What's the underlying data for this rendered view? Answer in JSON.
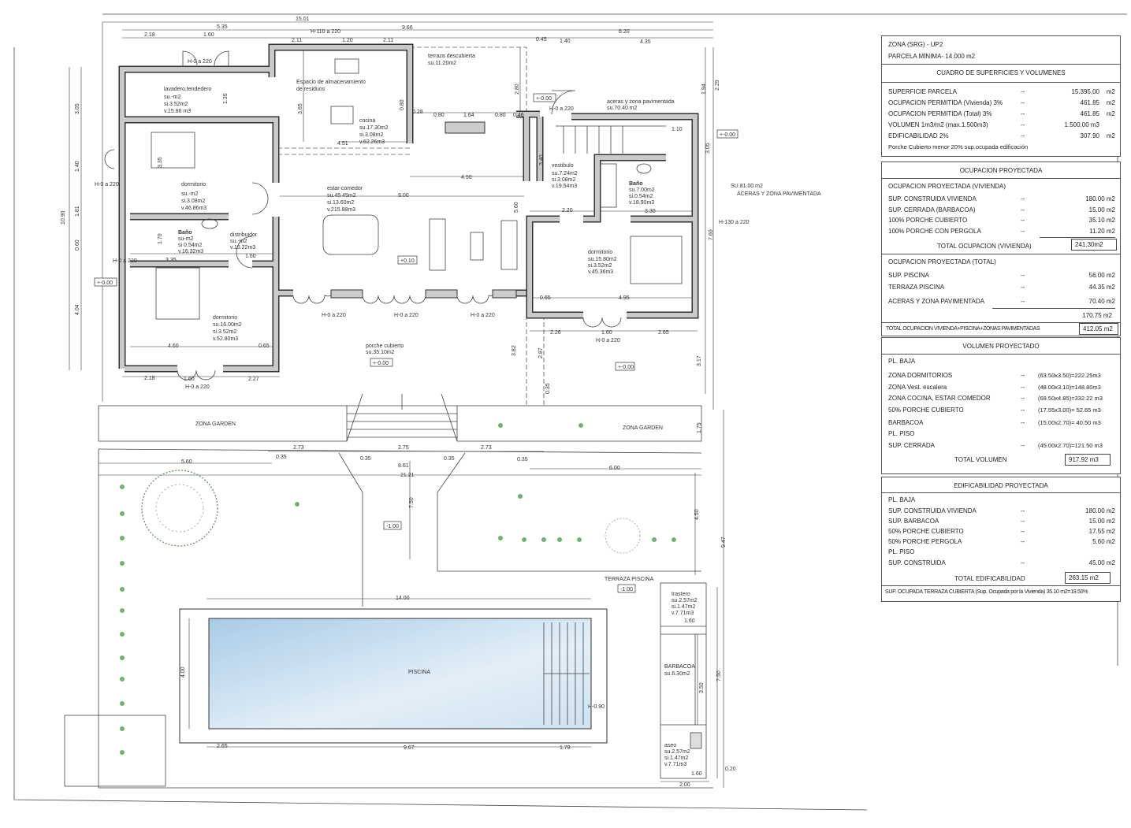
{
  "plan": {
    "rooms": [
      {
        "lines": [
          "lavadero,tendedero",
          "su.-m2",
          "si.3.52m2",
          "v.15.86 m3"
        ]
      },
      {
        "lines": [
          "Espacio de almacenamiento",
          "de residuos"
        ]
      },
      {
        "lines": [
          "cocina",
          "su.17.30m2",
          "si.3.08m2",
          "v.62.26m3"
        ]
      },
      {
        "lines": [
          "terraza descubierta",
          "su.11.20m2"
        ]
      },
      {
        "lines": [
          "dormitorio",
          "su.-m2",
          "si.3.08m2",
          "v.46.86m3"
        ]
      },
      {
        "lines": [
          "Baño",
          "su-m2",
          "si 0.54m2",
          "v.16.32m3"
        ]
      },
      {
        "lines": [
          "distribuidor",
          "su.-m2",
          "v.15.22m3"
        ]
      },
      {
        "lines": [
          "estar-comedor",
          "su.45.45m2",
          "si.13.60m2",
          "v.215.88m3"
        ]
      },
      {
        "lines": [
          "dormitorio",
          "su.16.00m2",
          "si.3.52m2",
          "v.52.80m3"
        ]
      },
      {
        "lines": [
          "porche cubierto",
          "su.35.10m2"
        ]
      },
      {
        "lines": [
          "aceras y zona pavimentada",
          "su.70.40 m2"
        ]
      },
      {
        "lines": [
          "vestibulo",
          "su.7.24m2",
          "si.3.08m2",
          "v.19.54m3"
        ]
      },
      {
        "lines": [
          "Baño",
          "su.7.00m2",
          "si.0.54m2",
          "v.18.90m3"
        ]
      },
      {
        "lines": [
          "dormitorio",
          "su.15.80m2",
          "si.3.52m2",
          "v.45.36m3"
        ]
      },
      {
        "lines": [
          "SU.81.00 m2",
          "ACERAS Y ZONA PAVIMENTADA"
        ]
      },
      {
        "lines": [
          "trastero",
          "su.2.57m2",
          "si.1.47m2",
          "v.7.71m3"
        ]
      },
      {
        "lines": [
          "BARBACOA",
          "su.6.30m2"
        ]
      },
      {
        "lines": [
          "aseo",
          "su.2.57m2",
          "si.1.47m2",
          "v.7.71m3"
        ]
      },
      {
        "lines": [
          "PISCINA"
        ]
      },
      {
        "lines": [
          "ZONA GARDEN"
        ]
      },
      {
        "lines": [
          "ZONA GARDEN"
        ]
      },
      {
        "lines": [
          "TERRAZA PISCINA"
        ]
      }
    ],
    "levels": [
      "+-0.00",
      "+-0.00",
      "+0.10",
      "+-0.00",
      "+-0.00",
      "+-0.00",
      "-1.00",
      "-1.00"
    ],
    "doors": [
      "H-0 a 220",
      "H-110 a 220",
      "H-0 a 220",
      "H-0 a 220",
      "H-0 a 220",
      "H-0 a 220",
      "H-0 a 220",
      "H-0 a 220",
      "H-0 a 220",
      "H-0 a 220",
      "H-130 a 220",
      "H-0.90"
    ],
    "dims": [
      "15.01",
      "5.35",
      "9.66",
      "6.20",
      "2.18",
      "1.60",
      "2.11",
      "1.20",
      "2.11",
      "0.45",
      "1.40",
      "4.35",
      "3.05",
      "1.40",
      "10.90",
      "1.81",
      "0.60",
      "4.04",
      "1.35",
      "3.65",
      "0.80",
      "2.80",
      "0.28",
      "0.80",
      "1.64",
      "0.80",
      "0.46",
      "4.51",
      "3.35",
      "4.50",
      "9.00",
      "3.40",
      "5.60",
      "1.70",
      "3.35",
      "1.60",
      "4.60",
      "0.65",
      "2.18",
      "1.60",
      "2.27",
      "2.20",
      "3.30",
      "1.10",
      "0.65",
      "4.95",
      "2.26",
      "1.60",
      "2.65",
      "3.82",
      "2.87",
      "3.17",
      "7.60",
      "3.05",
      "2.29",
      "1.94",
      "0.35",
      "1.75",
      "9.47",
      "2.73",
      "2.75",
      "2.73",
      "0.35",
      "0.35",
      "0.35",
      "0.35",
      "8.61",
      "5.60",
      "6.00",
      "21.21",
      "7.50",
      "4.50",
      "14.00",
      "4.00",
      "2.65",
      "9.67",
      "1.78",
      "7.50",
      "3.50",
      "2.00",
      "0.20",
      "1.60",
      "1.60"
    ]
  },
  "table": {
    "zona": "ZONA (SRG) - UP2",
    "parcela": "PARCELA MÍNIMA- 14.000 m2",
    "cuadro": {
      "title": "CUADRO DE SUPERFICIES Y VOLUMENES",
      "rows": [
        {
          "label": "SUPERFICIE PARCELA",
          "dash": "--",
          "value": "15.395,00",
          "unit": "m2"
        },
        {
          "label": "OCUPACION PERMITIDA (Vivienda) 3%",
          "dash": "--",
          "value": "461.85",
          "unit": "m2"
        },
        {
          "label": "OCUPACION PERMITIDA (Total) 3%",
          "dash": "--",
          "value": "461.85",
          "unit": "m2"
        },
        {
          "label": "VOLUMEN 1m3/m2     (max.1.500m3)",
          "dash": "--",
          "value": "1.500.00 m3",
          "unit": ""
        },
        {
          "label": "EDIFICABILIDAD 2%",
          "dash": "--",
          "value": "307.90",
          "unit": "m2"
        }
      ],
      "note": "Porche Cubierto menor 20% sup.ocupada edificación"
    },
    "ocupacion": {
      "title": "OCUPACION PROYECTADA",
      "sub1": "OCUPACION PROYECTADA (VIVIENDA)",
      "rows1": [
        {
          "label": "SUP. CONSTRUIDA VIVIENDA",
          "dash": "--",
          "value": "180.00 m2"
        },
        {
          "label": "SUP. CERRADA (BARBACOA)",
          "dash": "--",
          "value": "15.00 m2"
        },
        {
          "label": "100% PORCHE CUBIERTO",
          "dash": "--",
          "value": "35.10 m2"
        },
        {
          "label": "100% PORCHE CON PERGOLA",
          "dash": "--",
          "value": "11.20 m2"
        }
      ],
      "total1_label": "TOTAL OCUPACION (VIVIENDA)",
      "total1_value": "241.30m2",
      "sub2": "OCUPACION PROYECTADA (TOTAL)",
      "rows2": [
        {
          "label": "SUP. PISCINA",
          "dash": "--",
          "value": "56.00 m2"
        },
        {
          "label": "TERRAZA PISCINA",
          "dash": "--",
          "value": "44.35 m2"
        },
        {
          "label": "ACERAS Y ZONA PAVIMENTADA",
          "dash": "--",
          "value": "70.40 m2"
        }
      ],
      "subtotal": "170.75 m2",
      "total2_label": "TOTAL OCUPACION VIVIENDA+PISCINA+ZONAS PAVIMENTADAS",
      "total2_value": "412.05 m2"
    },
    "volumen": {
      "title": "VOLUMEN PROYECTADO",
      "pl_baja": "PL. BAJA",
      "rows": [
        {
          "label": "ZONA DORMITORIOS",
          "dash": "--",
          "value": "(63.50x3.50)=222.25m3"
        },
        {
          "label": " ZONA Vest. escalera",
          "dash": "--",
          "value": "(48.00x3.10)=148.80m3"
        },
        {
          "label": "ZONA COCINA, ESTAR COMEDOR",
          "dash": "--",
          "value": "(68.50x4.85)=332.22 m3"
        },
        {
          "label": "50% PORCHE CUBIERTO",
          "dash": "--",
          "value": "(17.55x3.00)= 52.65 m3"
        },
        {
          "label": "BARBACOA",
          "dash": "--",
          "value": "(15.00x2.70)= 40.50 m3"
        }
      ],
      "pl_piso": "PL. PISO",
      "rows2": [
        {
          "label": "SUP. CERRADA",
          "dash": "--",
          "value": "(45.00x2.70)=121.50 m3"
        }
      ],
      "total_label": "TOTAL VOLUMEN",
      "total_value": "917.92 m3"
    },
    "edificabilidad": {
      "title": "EDIFICABILIDAD PROYECTADA",
      "pl_baja": "PL. BAJA",
      "rows": [
        {
          "label": "SUP. CONSTRUIDA VIVIENDA",
          "dash": "--",
          "value": "180.00 m2"
        },
        {
          "label": "SUP. BARBACOA",
          "dash": "--",
          "value": "15.00 m2"
        },
        {
          "label": "50% PORCHE CUBIERTO",
          "dash": "--",
          "value": "17.55 m2"
        },
        {
          "label": "50% PORCHE PERGOLA",
          "dash": "--",
          "value": "5.60 m2"
        }
      ],
      "pl_piso": "PL. PISO",
      "rows2": [
        {
          "label": "SUP. CONSTRUIDA",
          "dash": "--",
          "value": "45.00 m2"
        }
      ],
      "total_label": "TOTAL EDIFICABILIDAD",
      "total_value": "263.15 m2",
      "footer": "SUP. OCUPADA TERRAZA CUBIERTA (Sup. Ocupada por la Vivienda) 35.10 m2=19.50%"
    }
  }
}
